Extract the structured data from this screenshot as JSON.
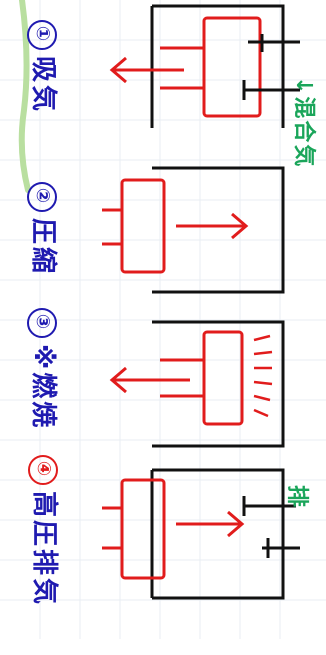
{
  "steps": [
    {
      "number": "①",
      "label": "吸気"
    },
    {
      "number": "②",
      "label": "圧縮"
    },
    {
      "number": "③",
      "label": "※燃焼"
    },
    {
      "number": "④",
      "label": "高圧排気"
    }
  ],
  "notes": {
    "fuel_in": "↓混合気",
    "exhaust_out": "排"
  },
  "colors": {
    "ink": "#111111",
    "piston": "#e11c1c",
    "label": "#1f1ab0",
    "note": "#1aa55a",
    "margin_line": "#b9dfa0",
    "grid": "#e9eef3"
  }
}
